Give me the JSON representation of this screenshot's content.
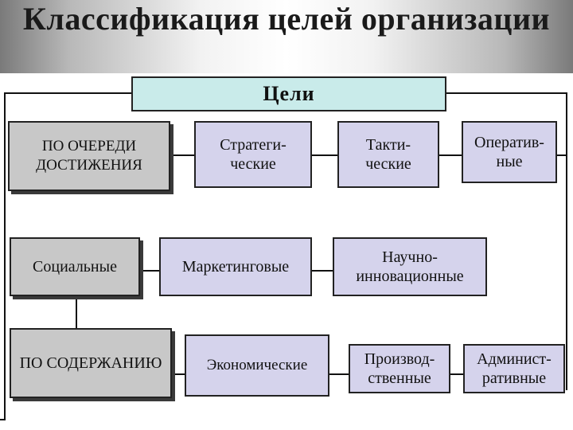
{
  "title": "Классификация целей организации",
  "root": "Цели",
  "row1": {
    "category": "ПО ОЧЕРЕДИ ДОСТИЖЕНИЯ",
    "items": [
      "Стратеги-ческие",
      "Такти-ческие",
      "Оператив-ные"
    ]
  },
  "row2": {
    "category": "Социальные",
    "items": [
      "Маркетинговые",
      "Научно-инновационные"
    ]
  },
  "row3": {
    "category": "ПО СОДЕРЖАНИЮ",
    "items": [
      "Экономические",
      "Производ-ственные",
      "Админист-ративные"
    ]
  },
  "colors": {
    "item_fill": "#d5d3ec",
    "category_fill": "#c8c8c8",
    "root_fill": "#c9ebea",
    "lines": "#111111"
  }
}
